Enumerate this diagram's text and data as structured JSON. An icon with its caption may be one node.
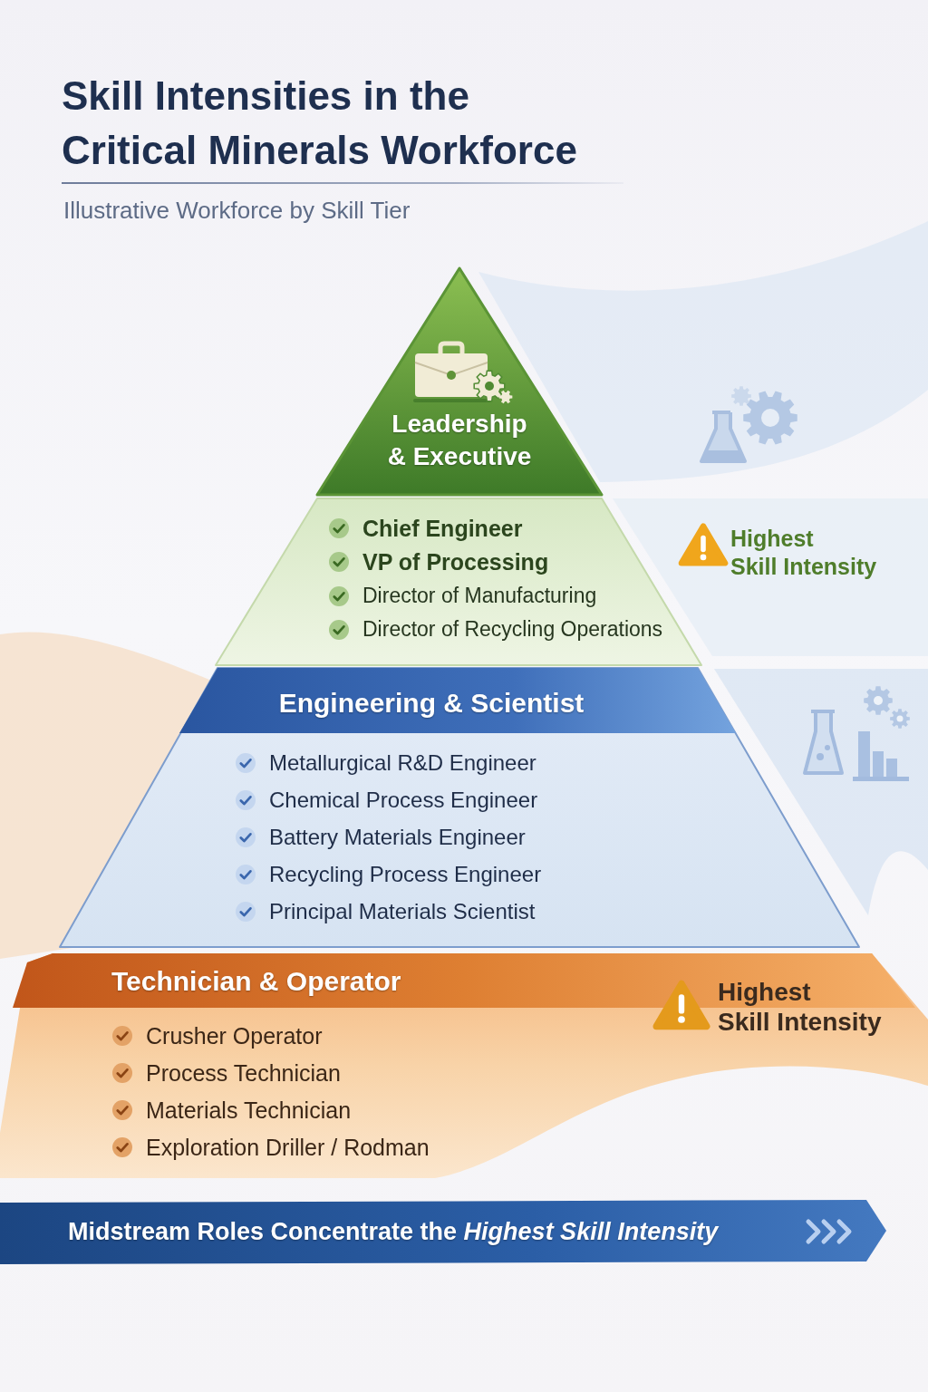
{
  "diagram": {
    "title": "Skill Intensities in the Critical Minerals Workforce",
    "nodes": [
      {
        "text": [
          "Leadership & Executive"
        ]
      },
      {
        "text": [
          "Chief Engineer",
          "VP of Processing",
          "Director of Manufacturing",
          "Director of Recycling Operations"
        ]
      },
      {
        "text": [
          "Engineering & Scientist",
          "Metallurgical R&D Engineer",
          "Chemical Process Engineer",
          "Battery Materials Engineer",
          "Recycling Process Engineer",
          "Principal Materials Scientist"
        ]
      },
      {
        "text": [
          "Technician & Operator",
          "Crusher Operator",
          "Process Technician",
          "Materials Technician",
          "Exploration Driller / Rodman"
        ]
      },
      {
        "text": [
          "Midstream Roles Concentrate the *Highest Skill Intensity*"
        ]
      }
    ],
    "labels": [
      "Illustrative Workforce by Skill Tier",
      "Highest Skill Intensity",
      "Highest Skill Intensity"
    ]
  }
}
